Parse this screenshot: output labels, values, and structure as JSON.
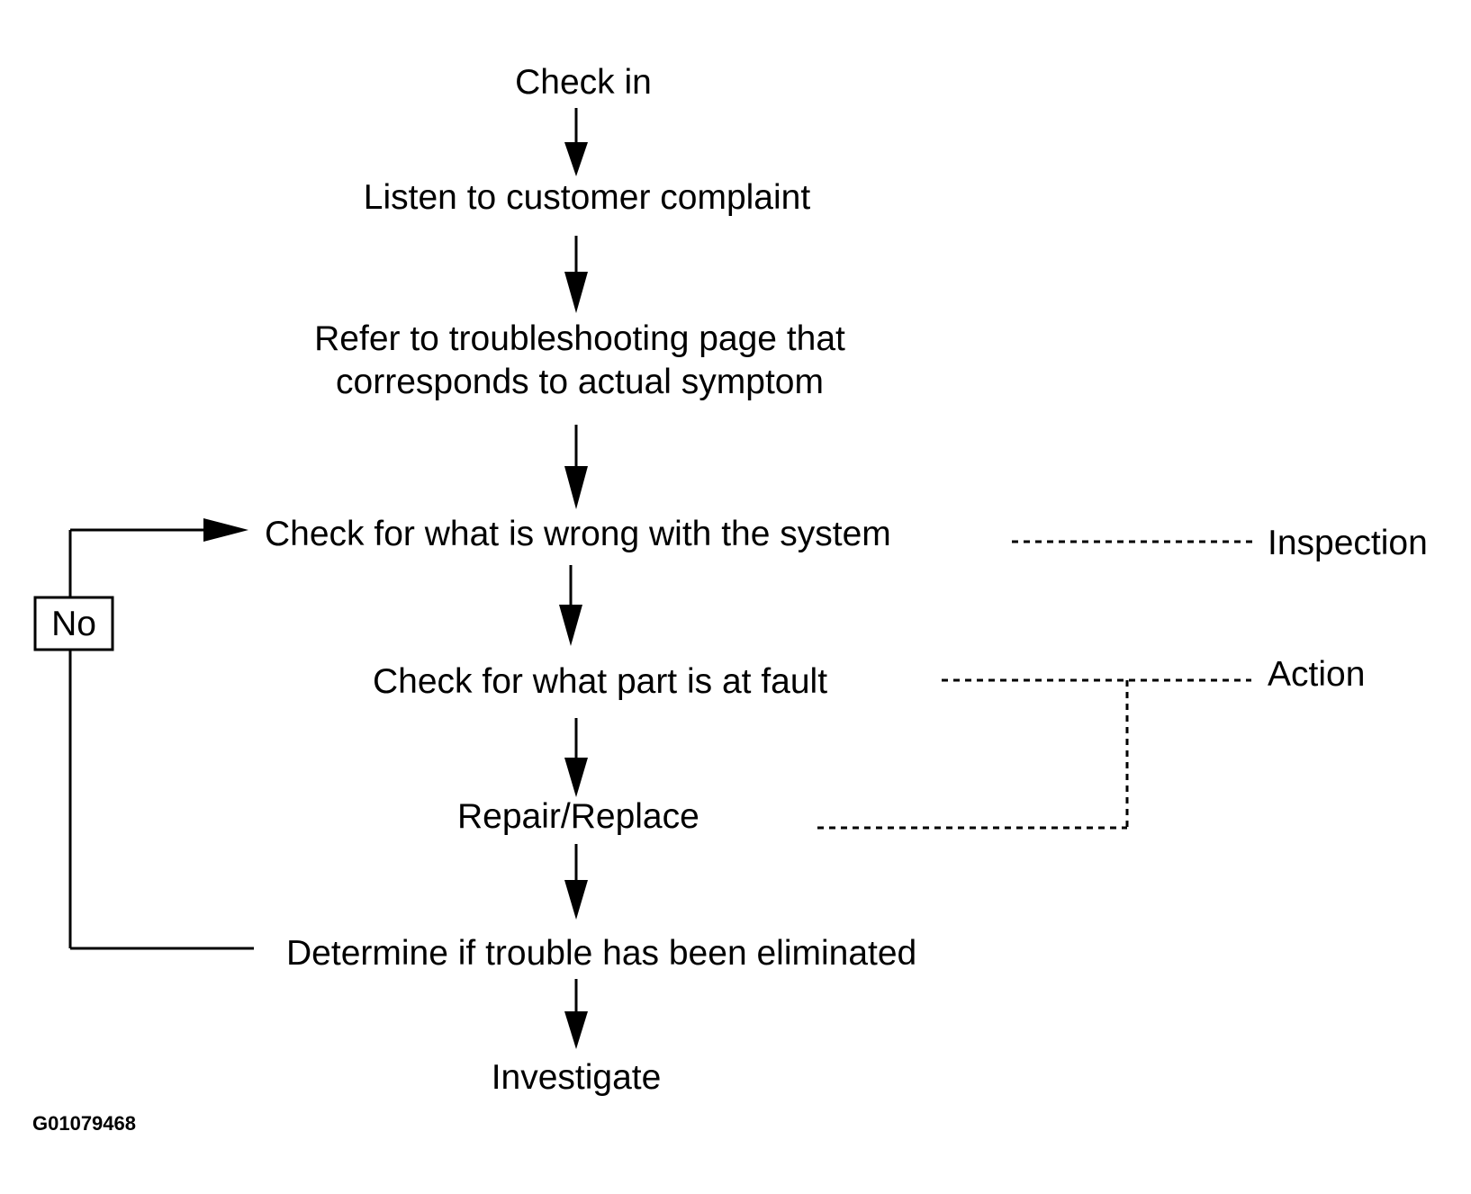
{
  "steps": {
    "check_in": "Check in",
    "listen": "Listen to customer complaint",
    "refer_line1": "Refer to troubleshooting page that",
    "refer_line2": "corresponds to actual symptom",
    "check_system": "Check for what is wrong with the system",
    "check_part": "Check for what part is at fault",
    "repair": "Repair/Replace",
    "determine": "Determine if trouble has been eliminated",
    "investigate": "Investigate"
  },
  "loop_label": "No",
  "annotations": {
    "inspection": "Inspection",
    "action": "Action"
  },
  "figure_code": "G01079468"
}
